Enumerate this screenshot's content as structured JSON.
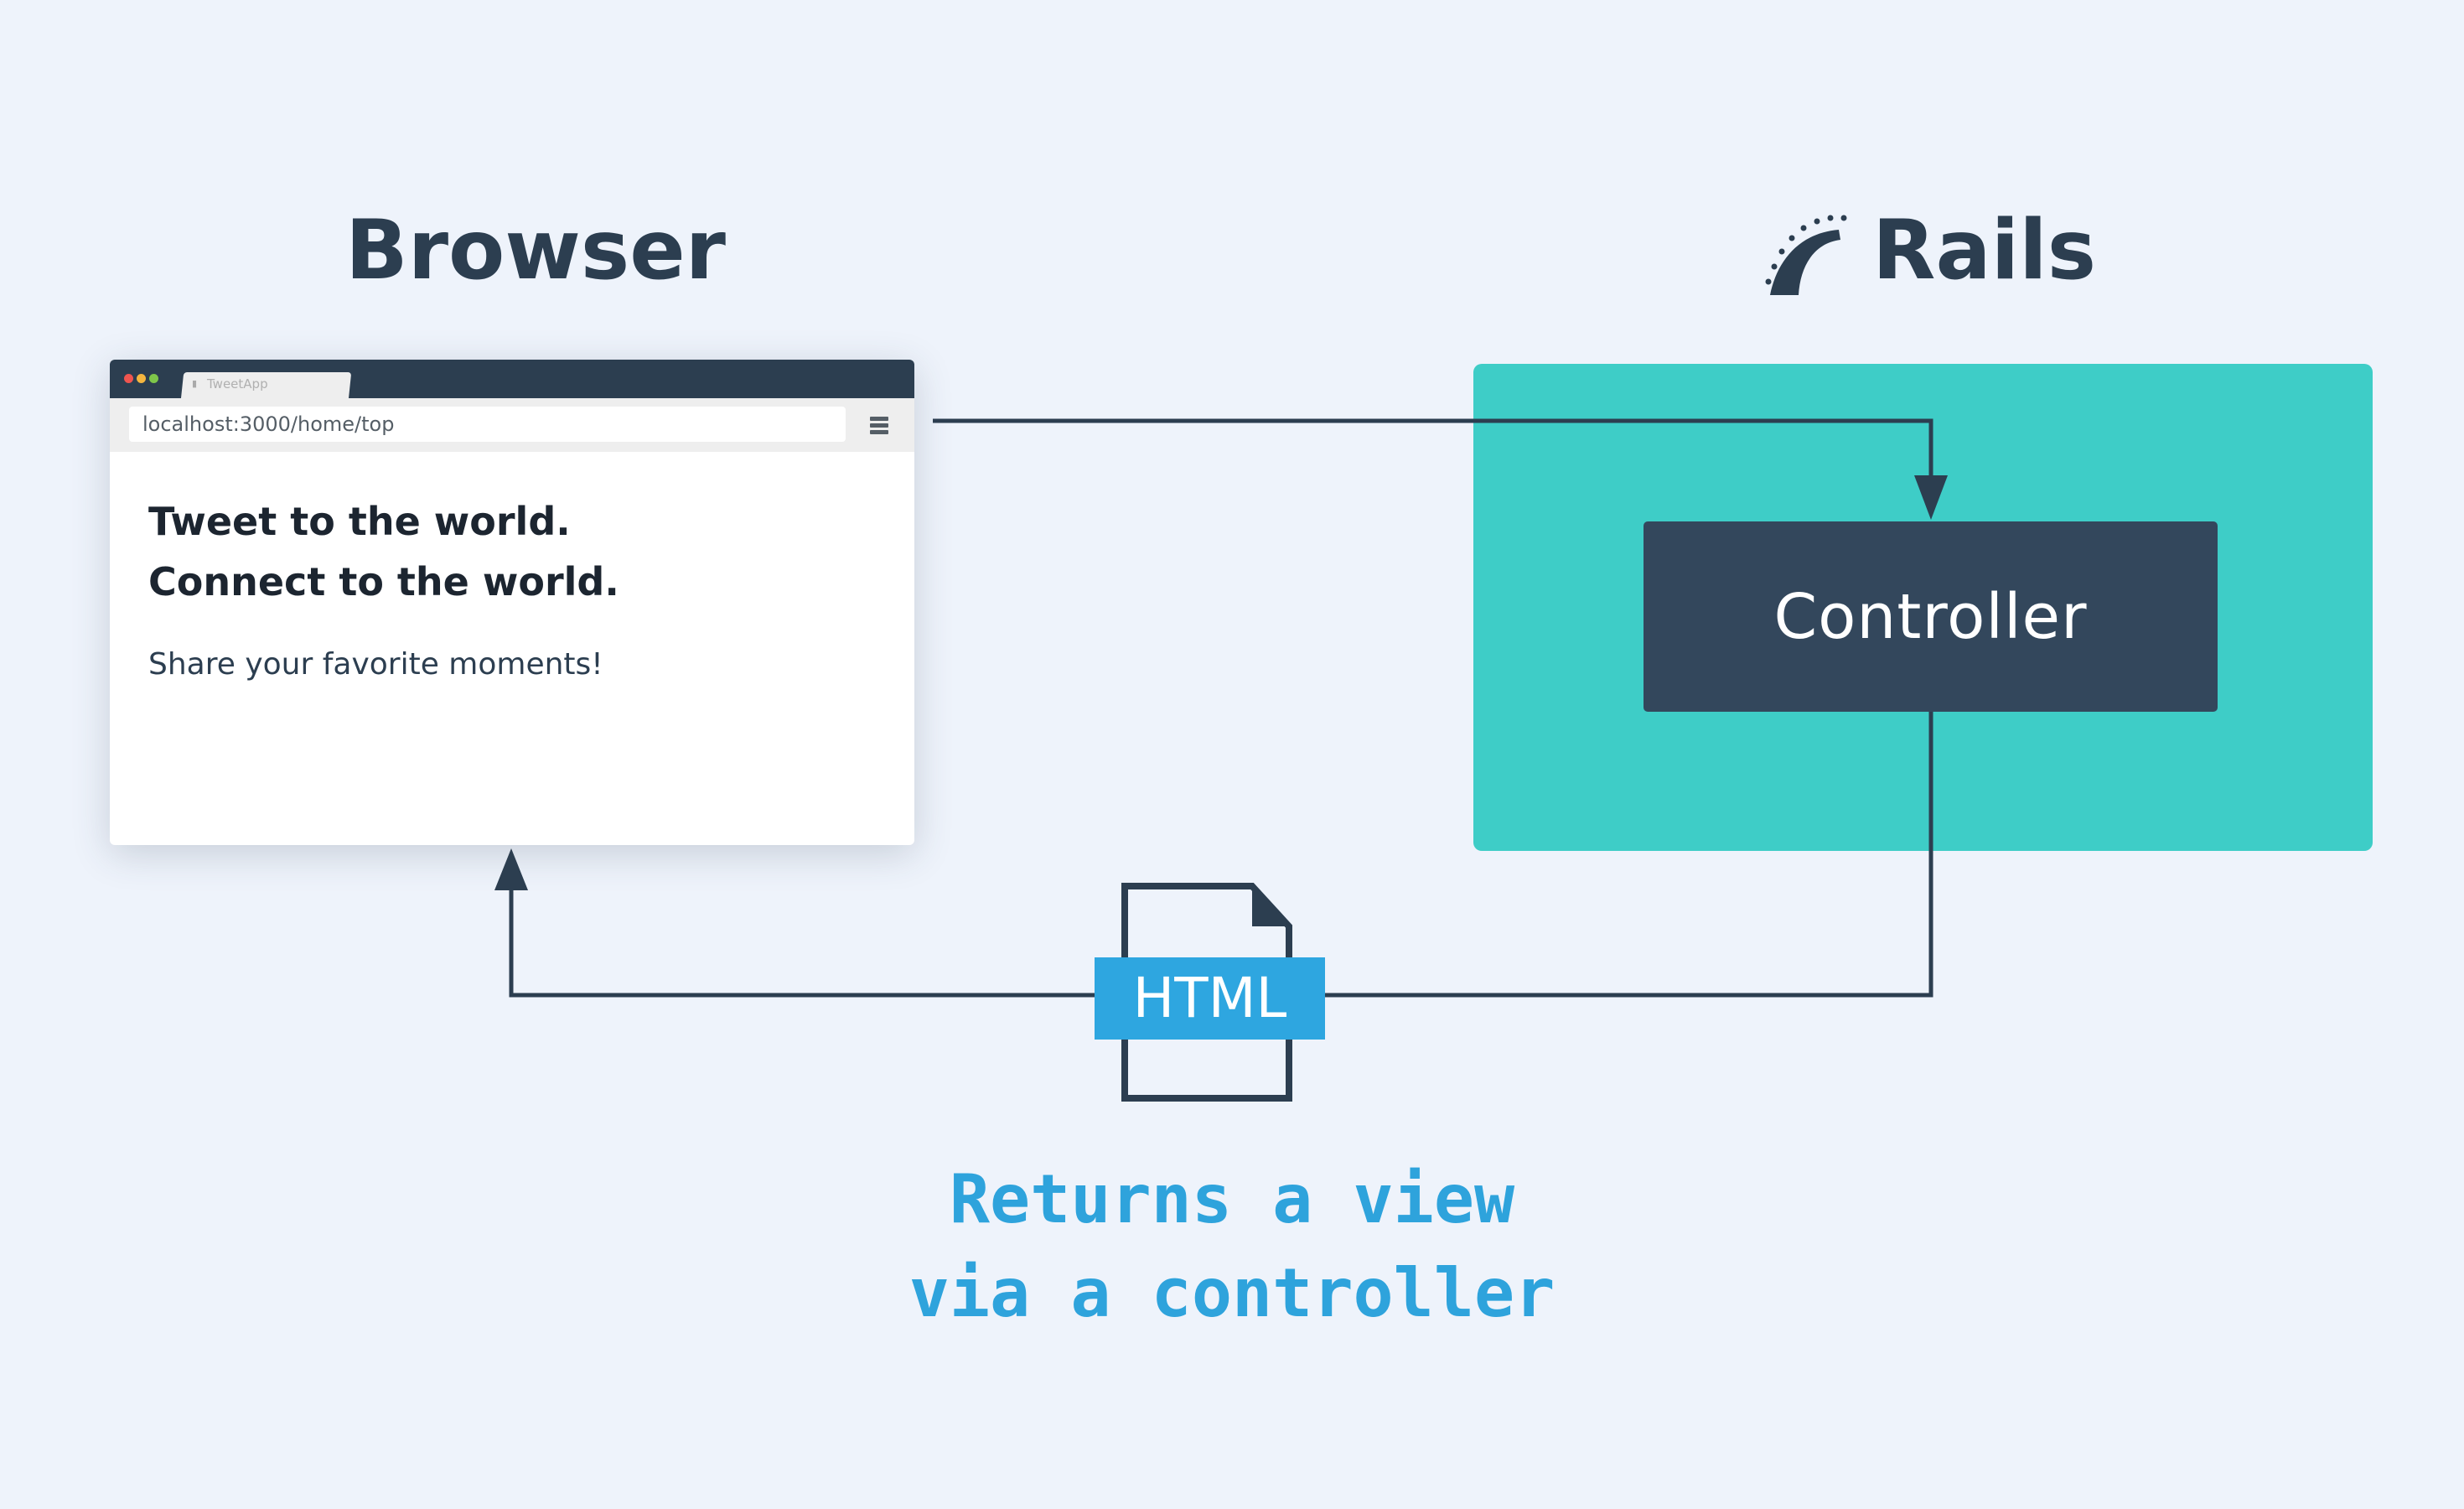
{
  "diagram": {
    "browser_heading": "Browser",
    "rails_heading": "Rails",
    "browser_window": {
      "tab_title": "TweetApp",
      "address": "localhost:3000/home/top",
      "headline_line1": "Tweet to the world.",
      "headline_line2": "Connect to the world.",
      "tagline": "Share your favorite moments!"
    },
    "controller_label": "Controller",
    "document_label": "HTML",
    "caption_line1": "Returns a view",
    "caption_line2": "via a controller"
  },
  "colors": {
    "background": "#eef3fb",
    "dark_navy": "#2c3e50",
    "controller_fill": "#33475c",
    "rails_panel": "#3ecdc7",
    "accent_blue": "#2ea6e0",
    "caption_blue": "#2ea3dc"
  },
  "icons": [
    "rails-logo-icon",
    "document-icon",
    "menu-icon",
    "page-icon"
  ]
}
